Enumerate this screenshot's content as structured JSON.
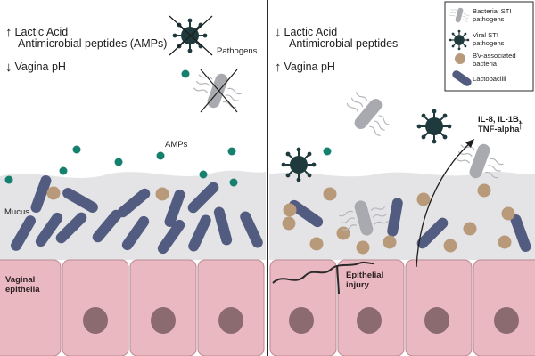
{
  "colors": {
    "background": "#ffffff",
    "mucus": "#e4e4e6",
    "epithelial_cell": "#eab8c0",
    "cell_border": "#b98a92",
    "nucleus": "#8b6b70",
    "lactobacilli": "#525c80",
    "amp_dot": "#16806e",
    "bv_bacteria": "#b89a7a",
    "bacterial_sti": "#a8aab0",
    "viral_sti": "#1f3a3c",
    "divider": "#2a2a2a"
  },
  "left_panel": {
    "lines": [
      {
        "arrow": "↑",
        "text": "Lactic Acid"
      },
      {
        "arrow": "",
        "text": "Antimicrobial peptides (AMPs)"
      },
      {
        "arrow": "↓",
        "text": "Vagina pH"
      }
    ],
    "pathogens_label": "Pathogens",
    "amps_label": "AMPs",
    "mucus_label": "Mucus",
    "epithelia_label_line1": "Vaginal",
    "epithelia_label_line2": "epithelia"
  },
  "right_panel": {
    "lines": [
      {
        "arrow": "↓",
        "text": "Lactic Acid"
      },
      {
        "arrow": "",
        "text": "Antimicrobial peptides"
      },
      {
        "arrow": "↑",
        "text": "Vagina pH"
      }
    ],
    "cytokines_line1": "IL-8, IL-1B,",
    "cytokines_line2": "TNF-alpha",
    "cytokines_arrow": "↑",
    "injury_line1": "Epithelial",
    "injury_line2": "injury"
  },
  "legend": {
    "items": [
      {
        "icon": "bacterial-sti-icon",
        "label": "Bacterial STI pathogens"
      },
      {
        "icon": "viral-sti-icon",
        "label": "Viral STI pathogens"
      },
      {
        "icon": "bv-bacteria-icon",
        "label": "BV-associated bacteria"
      },
      {
        "icon": "lactobacilli-icon",
        "label": "Lactobacilli"
      }
    ]
  }
}
